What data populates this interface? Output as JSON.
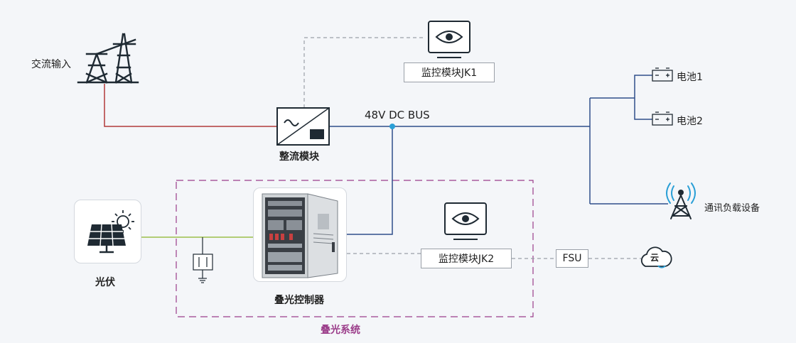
{
  "labels": {
    "ac_input": "交流输入",
    "rectifier": "整流模块",
    "monitor1": "监控模块JK1",
    "bus": "48V DC BUS",
    "battery1": "电池1",
    "battery2": "电池2",
    "telecom_load": "通讯负载设备",
    "pv": "光伏",
    "controller": "叠光控制器",
    "monitor2": "监控模块JK2",
    "fsu": "FSU",
    "cloud": "云",
    "system": "叠光系统"
  },
  "colors": {
    "ac_line": "#b23a3a",
    "dc_bus": "#2f4f8a",
    "pv_line": "#9bbf4a",
    "signal_dashed": "#9aa0a8",
    "system_border": "#9b3d8a",
    "dark": "#1f2a33",
    "accent_blue": "#2a9fd6"
  },
  "icons": [
    "power-tower-icon",
    "rectifier-icon",
    "monitor-eye-icon",
    "battery-icon",
    "antenna-tower-icon",
    "solar-panel-icon",
    "surge-protector-icon",
    "cabinet-icon",
    "cloud-icon"
  ]
}
